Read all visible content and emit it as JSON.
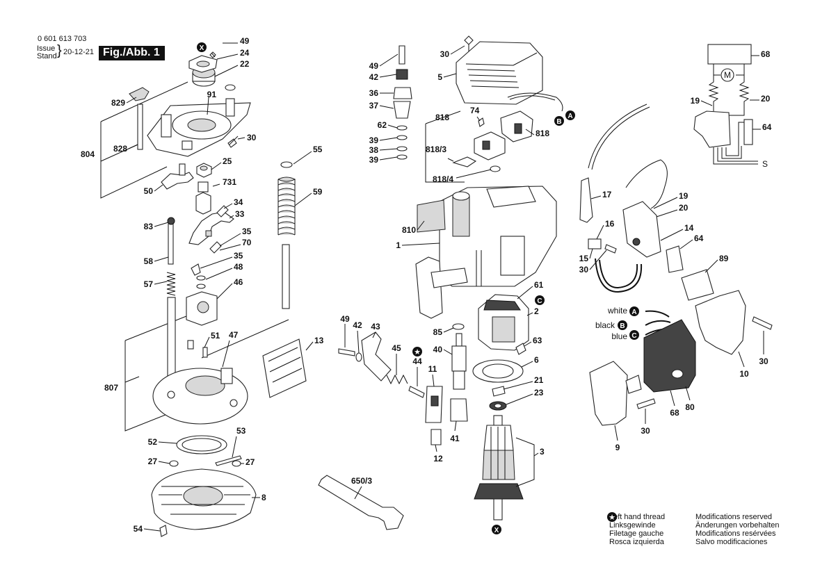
{
  "header": {
    "part_number": "0 601 613 703",
    "issue_label": "Issue",
    "stand_label": "Stand",
    "date": "20-12-21",
    "fig_label": "Fig./Abb. 1"
  },
  "legend": {
    "left_thread": [
      "Left hand thread",
      "Linksgewinde",
      "Filetage gauche",
      "Rosca izquierda"
    ],
    "modifications": [
      "Modifications reserved",
      "Änderungen vorbehalten",
      "Modifications resérvées",
      "Salvo modificaciones"
    ]
  },
  "wire_colors": {
    "white": "white",
    "black": "black",
    "blue": "blue"
  },
  "markers": {
    "x": "X",
    "a": "A",
    "b": "B",
    "c": "C",
    "s": "S"
  },
  "parts": {
    "p49a": "49",
    "p24": "24",
    "p22": "22",
    "p91": "91",
    "p829": "829",
    "p804": "804",
    "p828": "828",
    "p30a": "30",
    "p25": "25",
    "p50": "50",
    "p731": "731",
    "p34": "34",
    "p33": "33",
    "p83": "83",
    "p35a": "35",
    "p70": "70",
    "p58": "58",
    "p35b": "35",
    "p48": "48",
    "p57": "57",
    "p46": "46",
    "p55": "55",
    "p59": "59",
    "p51": "51",
    "p47": "47",
    "p13": "13",
    "p807": "807",
    "p52": "52",
    "p53": "53",
    "p27a": "27",
    "p27b": "27",
    "p8": "8",
    "p54": "54",
    "p650": "650/3",
    "p49b": "49",
    "p42a": "42",
    "p36": "36",
    "p37": "37",
    "p62": "62",
    "p39a": "39",
    "p38": "38",
    "p39b": "39",
    "p30b": "30",
    "p5": "5",
    "p818a": "818",
    "p74": "74",
    "p818_3": "818/3",
    "p818b": "818",
    "p818_4": "818/4",
    "p810": "810",
    "p1": "1",
    "p17": "17",
    "p19a": "19",
    "p20a": "20",
    "p16": "16",
    "p15": "15",
    "p30c": "30",
    "p14": "14",
    "p64a": "64",
    "p89": "89",
    "p61": "61",
    "p2": "2",
    "p63": "63",
    "p6": "6",
    "p21": "21",
    "p23": "23",
    "p85": "85",
    "p40": "40",
    "p49c": "49",
    "p42b": "42",
    "p43": "43",
    "p45": "45",
    "p44": "44",
    "p11": "11",
    "p41": "41",
    "p12": "12",
    "p3": "3",
    "p68a": "68",
    "p19b": "19",
    "p20b": "20",
    "p64b": "64",
    "p30d": "30",
    "p10": "10",
    "p68b": "68",
    "p80": "80",
    "p30e": "30",
    "p9": "9"
  }
}
